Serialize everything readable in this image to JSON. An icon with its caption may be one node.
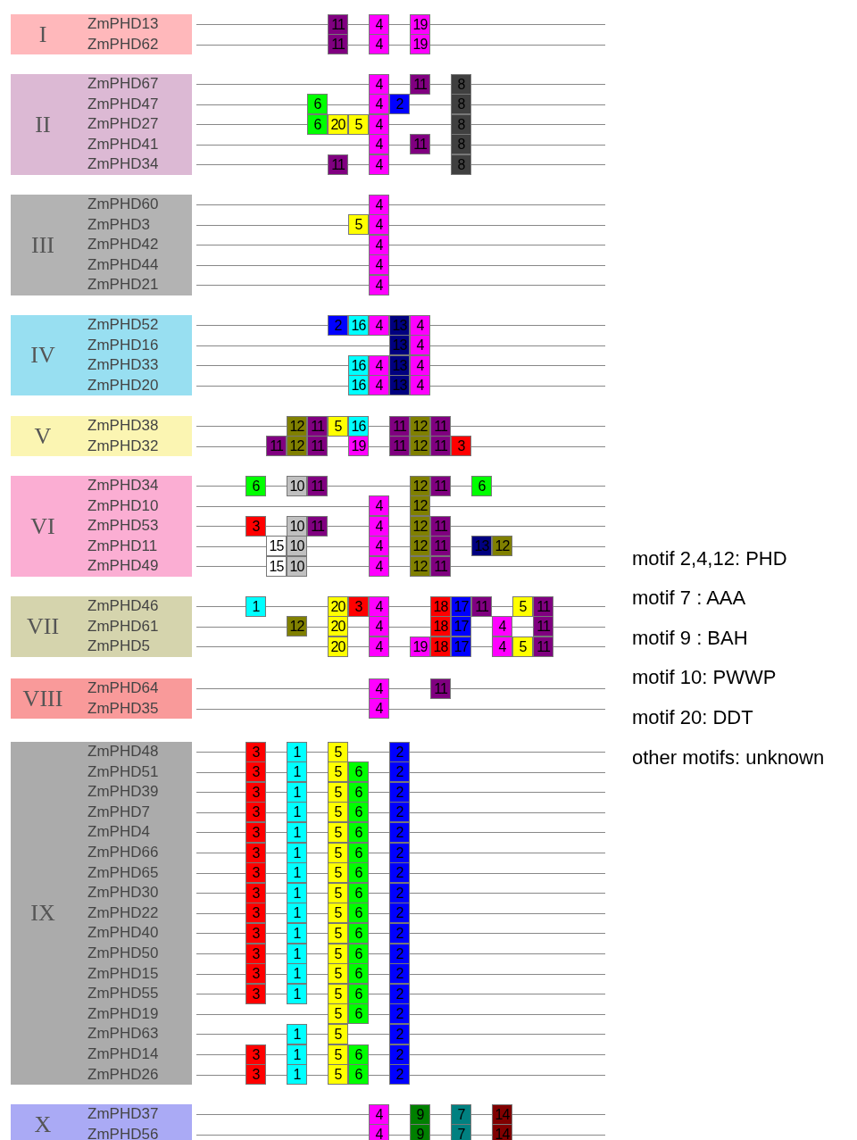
{
  "diagram": {
    "nodes": [
      {
        "text": [
          "I",
          "ZmPHD13",
          "ZmPHD62"
        ]
      },
      {
        "text": [
          "11"
        ]
      },
      {
        "text": [
          "4"
        ]
      },
      {
        "text": [
          "19"
        ]
      },
      {
        "text": [
          "11"
        ]
      },
      {
        "text": [
          "4"
        ]
      },
      {
        "text": [
          "19"
        ]
      },
      {
        "text": [
          "II",
          "ZmPHD67",
          "ZmPHD47",
          "ZmPHD27",
          "ZmPHD41",
          "ZmPHD34"
        ]
      },
      {
        "text": [
          "4"
        ]
      },
      {
        "text": [
          "11"
        ]
      },
      {
        "text": [
          "8"
        ]
      },
      {
        "text": [
          "6"
        ]
      },
      {
        "text": [
          "4"
        ]
      },
      {
        "text": [
          "2"
        ]
      },
      {
        "text": [
          "8"
        ]
      },
      {
        "text": [
          "6"
        ]
      },
      {
        "text": [
          "20"
        ]
      },
      {
        "text": [
          "5"
        ]
      },
      {
        "text": [
          "4"
        ]
      },
      {
        "text": [
          "8"
        ]
      },
      {
        "text": [
          "4"
        ]
      },
      {
        "text": [
          "11"
        ]
      },
      {
        "text": [
          "8"
        ]
      },
      {
        "text": [
          "11"
        ]
      },
      {
        "text": [
          "4"
        ]
      },
      {
        "text": [
          "8"
        ]
      },
      {
        "text": [
          "III",
          "ZmPHD60",
          "ZmPHD3",
          "ZmPHD42",
          "ZmPHD44",
          "ZmPHD21"
        ]
      },
      {
        "text": [
          "4"
        ]
      },
      {
        "text": [
          "5"
        ]
      },
      {
        "text": [
          "4"
        ]
      },
      {
        "text": [
          "4"
        ]
      },
      {
        "text": [
          "4"
        ]
      },
      {
        "text": [
          "4"
        ]
      },
      {
        "text": [
          "IV",
          "ZmPHD52",
          "ZmPHD16",
          "ZmPHD33",
          "ZmPHD20"
        ]
      },
      {
        "text": [
          "2"
        ]
      },
      {
        "text": [
          "16"
        ]
      },
      {
        "text": [
          "4"
        ]
      },
      {
        "text": [
          "13"
        ]
      },
      {
        "text": [
          "4"
        ]
      },
      {
        "text": [
          "13"
        ]
      },
      {
        "text": [
          "4"
        ]
      },
      {
        "text": [
          "16"
        ]
      },
      {
        "text": [
          "4"
        ]
      },
      {
        "text": [
          "13"
        ]
      },
      {
        "text": [
          "4"
        ]
      },
      {
        "text": [
          "16"
        ]
      },
      {
        "text": [
          "4"
        ]
      },
      {
        "text": [
          "13"
        ]
      },
      {
        "text": [
          "4"
        ]
      },
      {
        "text": [
          "V",
          "ZmPHD38",
          "ZmPHD32"
        ]
      },
      {
        "text": [
          "12"
        ]
      },
      {
        "text": [
          "11"
        ]
      },
      {
        "text": [
          "5"
        ]
      },
      {
        "text": [
          "16"
        ]
      },
      {
        "text": [
          "11"
        ]
      },
      {
        "text": [
          "12"
        ]
      },
      {
        "text": [
          "11"
        ]
      },
      {
        "text": [
          "11"
        ]
      },
      {
        "text": [
          "12"
        ]
      },
      {
        "text": [
          "11"
        ]
      },
      {
        "text": [
          "19"
        ]
      },
      {
        "text": [
          "11"
        ]
      },
      {
        "text": [
          "12"
        ]
      },
      {
        "text": [
          "11"
        ]
      },
      {
        "text": [
          "3"
        ]
      },
      {
        "text": [
          "VI",
          "ZmPHD34",
          "ZmPHD10",
          "ZmPHD53",
          "ZmPHD11",
          "ZmPHD49"
        ]
      },
      {
        "text": [
          "6"
        ]
      },
      {
        "text": [
          "10"
        ]
      },
      {
        "text": [
          "11"
        ]
      },
      {
        "text": [
          "12"
        ]
      },
      {
        "text": [
          "11"
        ]
      },
      {
        "text": [
          "6"
        ]
      },
      {
        "text": [
          "4"
        ]
      },
      {
        "text": [
          "12"
        ]
      },
      {
        "text": [
          "3"
        ]
      },
      {
        "text": [
          "10"
        ]
      },
      {
        "text": [
          "11"
        ]
      },
      {
        "text": [
          "4"
        ]
      },
      {
        "text": [
          "12"
        ]
      },
      {
        "text": [
          "11"
        ]
      },
      {
        "text": [
          "15"
        ]
      },
      {
        "text": [
          "10"
        ]
      },
      {
        "text": [
          "4"
        ]
      },
      {
        "text": [
          "12"
        ]
      },
      {
        "text": [
          "11"
        ]
      },
      {
        "text": [
          "13"
        ]
      },
      {
        "text": [
          "12"
        ]
      },
      {
        "text": [
          "15"
        ]
      },
      {
        "text": [
          "10"
        ]
      },
      {
        "text": [
          "4"
        ]
      },
      {
        "text": [
          "12"
        ]
      },
      {
        "text": [
          "11"
        ]
      },
      {
        "text": [
          "VII",
          "ZmPHD46",
          "ZmPHD61",
          "ZmPHD5"
        ]
      },
      {
        "text": [
          "1"
        ]
      },
      {
        "text": [
          "20"
        ]
      },
      {
        "text": [
          "3"
        ]
      },
      {
        "text": [
          "4"
        ]
      },
      {
        "text": [
          "18"
        ]
      },
      {
        "text": [
          "17"
        ]
      },
      {
        "text": [
          "11"
        ]
      },
      {
        "text": [
          "5"
        ]
      },
      {
        "text": [
          "11"
        ]
      },
      {
        "text": [
          "12"
        ]
      },
      {
        "text": [
          "20"
        ]
      },
      {
        "text": [
          "4"
        ]
      },
      {
        "text": [
          "18"
        ]
      },
      {
        "text": [
          "17"
        ]
      },
      {
        "text": [
          "4"
        ]
      },
      {
        "text": [
          "11"
        ]
      },
      {
        "text": [
          "20"
        ]
      },
      {
        "text": [
          "4"
        ]
      },
      {
        "text": [
          "19"
        ]
      },
      {
        "text": [
          "18"
        ]
      },
      {
        "text": [
          "17"
        ]
      },
      {
        "text": [
          "4"
        ]
      },
      {
        "text": [
          "5"
        ]
      },
      {
        "text": [
          "11"
        ]
      },
      {
        "text": [
          "VIII",
          "ZmPHD64",
          "ZmPHD35"
        ]
      },
      {
        "text": [
          "4"
        ]
      },
      {
        "text": [
          "11"
        ]
      },
      {
        "text": [
          "4"
        ]
      },
      {
        "text": [
          "IX",
          "ZmPHD48",
          "ZmPHD51",
          "ZmPHD39",
          "ZmPHD7",
          "ZmPHD4",
          "ZmPHD66",
          "ZmPHD65",
          "ZmPHD30",
          "ZmPHD22",
          "ZmPHD40",
          "ZmPHD50",
          "ZmPHD15",
          "ZmPHD55",
          "ZmPHD19",
          "ZmPHD63",
          "ZmPHD14",
          "ZmPHD26"
        ]
      },
      {
        "text": [
          "3"
        ]
      },
      {
        "text": [
          "1"
        ]
      },
      {
        "text": [
          "5"
        ]
      },
      {
        "text": [
          "2"
        ]
      },
      {
        "text": [
          "3"
        ]
      },
      {
        "text": [
          "1"
        ]
      },
      {
        "text": [
          "5"
        ]
      },
      {
        "text": [
          "6"
        ]
      },
      {
        "text": [
          "2"
        ]
      },
      {
        "text": [
          "3"
        ]
      },
      {
        "text": [
          "1"
        ]
      },
      {
        "text": [
          "5"
        ]
      },
      {
        "text": [
          "6"
        ]
      },
      {
        "text": [
          "2"
        ]
      },
      {
        "text": [
          "3"
        ]
      },
      {
        "text": [
          "1"
        ]
      },
      {
        "text": [
          "5"
        ]
      },
      {
        "text": [
          "6"
        ]
      },
      {
        "text": [
          "2"
        ]
      },
      {
        "text": [
          "3"
        ]
      },
      {
        "text": [
          "1"
        ]
      },
      {
        "text": [
          "5"
        ]
      },
      {
        "text": [
          "6"
        ]
      },
      {
        "text": [
          "2"
        ]
      },
      {
        "text": [
          "3"
        ]
      },
      {
        "text": [
          "1"
        ]
      },
      {
        "text": [
          "5"
        ]
      },
      {
        "text": [
          "6"
        ]
      },
      {
        "text": [
          "2"
        ]
      },
      {
        "text": [
          "3"
        ]
      },
      {
        "text": [
          "1"
        ]
      },
      {
        "text": [
          "5"
        ]
      },
      {
        "text": [
          "6"
        ]
      },
      {
        "text": [
          "2"
        ]
      },
      {
        "text": [
          "3"
        ]
      },
      {
        "text": [
          "1"
        ]
      },
      {
        "text": [
          "5"
        ]
      },
      {
        "text": [
          "6"
        ]
      },
      {
        "text": [
          "2"
        ]
      },
      {
        "text": [
          "3"
        ]
      },
      {
        "text": [
          "1"
        ]
      },
      {
        "text": [
          "5"
        ]
      },
      {
        "text": [
          "6"
        ]
      },
      {
        "text": [
          "2"
        ]
      },
      {
        "text": [
          "3"
        ]
      },
      {
        "text": [
          "1"
        ]
      },
      {
        "text": [
          "5"
        ]
      },
      {
        "text": [
          "6"
        ]
      },
      {
        "text": [
          "2"
        ]
      },
      {
        "text": [
          "3"
        ]
      },
      {
        "text": [
          "1"
        ]
      },
      {
        "text": [
          "5"
        ]
      },
      {
        "text": [
          "6"
        ]
      },
      {
        "text": [
          "2"
        ]
      },
      {
        "text": [
          "3"
        ]
      },
      {
        "text": [
          "1"
        ]
      },
      {
        "text": [
          "5"
        ]
      },
      {
        "text": [
          "6"
        ]
      },
      {
        "text": [
          "2"
        ]
      },
      {
        "text": [
          "3"
        ]
      },
      {
        "text": [
          "1"
        ]
      },
      {
        "text": [
          "5"
        ]
      },
      {
        "text": [
          "6"
        ]
      },
      {
        "text": [
          "2"
        ]
      },
      {
        "text": [
          "5"
        ]
      },
      {
        "text": [
          "6"
        ]
      },
      {
        "text": [
          "2"
        ]
      },
      {
        "text": [
          "1"
        ]
      },
      {
        "text": [
          "5"
        ]
      },
      {
        "text": [
          "2"
        ]
      },
      {
        "text": [
          "3"
        ]
      },
      {
        "text": [
          "1"
        ]
      },
      {
        "text": [
          "5"
        ]
      },
      {
        "text": [
          "6"
        ]
      },
      {
        "text": [
          "2"
        ]
      },
      {
        "text": [
          "3"
        ]
      },
      {
        "text": [
          "1"
        ]
      },
      {
        "text": [
          "5"
        ]
      },
      {
        "text": [
          "6"
        ]
      },
      {
        "text": [
          "2"
        ]
      },
      {
        "text": [
          "X",
          "ZmPHD37",
          "ZmPHD56"
        ]
      },
      {
        "text": [
          "4"
        ]
      },
      {
        "text": [
          "9"
        ]
      },
      {
        "text": [
          "7"
        ]
      },
      {
        "text": [
          "14"
        ]
      },
      {
        "text": [
          "4"
        ]
      },
      {
        "text": [
          "9"
        ]
      },
      {
        "text": [
          "7"
        ]
      },
      {
        "text": [
          "14"
        ]
      }
    ],
    "labels": [
      "motif 2,4,12: PHD",
      "motif 7 : AAA",
      "motif 9 : BAH",
      "motif 10: PWWP",
      "motif 20: DDT",
      "other motifs: unknown"
    ]
  }
}
